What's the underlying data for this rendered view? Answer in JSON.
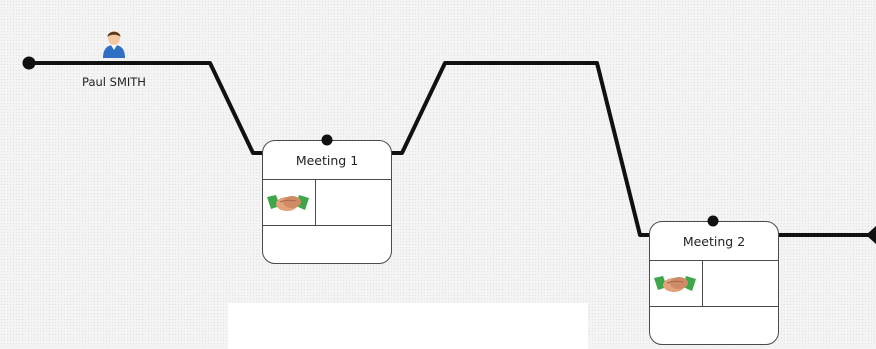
{
  "person": {
    "name": "Paul SMITH",
    "icon": "person-icon"
  },
  "meetings": [
    {
      "title": "Meeting 1",
      "icon": "handshake-icon"
    },
    {
      "title": "Meeting 2",
      "icon": "handshake-icon"
    }
  ],
  "colors": {
    "line": "#111111",
    "card_border": "#4a4a4a",
    "background": "#f4f4f4",
    "person_shirt": "#2f6fc4",
    "person_hair": "#5a3a1c",
    "person_skin": "#f2c9a0"
  }
}
